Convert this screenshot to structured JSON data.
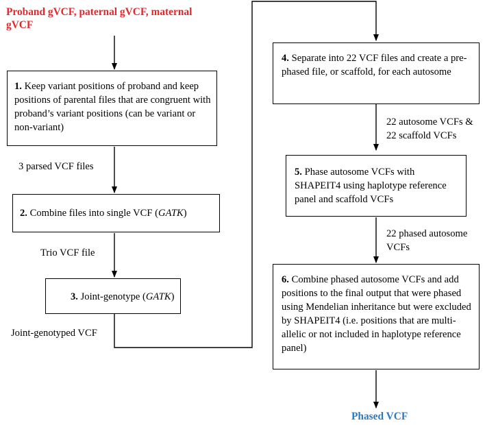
{
  "colors": {
    "input_title": "#e8262a",
    "output_title": "#2b79c2",
    "stroke": "#000000"
  },
  "input_title": "Proband gVCF, paternal gVCF, maternal gVCF",
  "output_title": "Phased VCF",
  "steps": [
    {
      "num": "1.",
      "text": " Keep variant positions of proband and keep positions of parental files that are congruent with proband’s variant positions (can be variant or non-variant)"
    },
    {
      "num": "2.",
      "text": " Combine files into single VCF (",
      "tool": "GATK",
      "suffix": ")"
    },
    {
      "num": "3.",
      "text": " Joint-genotype (",
      "tool": "GATK",
      "suffix": ")"
    },
    {
      "num": "4.",
      "text": " Separate into 22 VCF files and create a pre-phased file, or scaffold, for each autosome"
    },
    {
      "num": "5.",
      "text": " Phase autosome VCFs with SHAPEIT4 using haplotype reference panel and scaffold VCFs"
    },
    {
      "num": "6.",
      "text": " Combine phased autosome VCFs and add positions to the final output that were phased using Mendelian inheritance but were excluded by SHAPEIT4 (i.e. positions that are multi-allelic or not included in haplotype reference panel)"
    }
  ],
  "edge_labels": {
    "parsed": "3 parsed VCF files",
    "trio": "Trio VCF file",
    "joint_genotyped": "Joint-genotyped VCF",
    "autosome_line1": "22 autosome VCFs &",
    "autosome_line2": "22 scaffold VCFs",
    "phased_line1": "22 phased autosome",
    "phased_line2": "VCFs"
  }
}
